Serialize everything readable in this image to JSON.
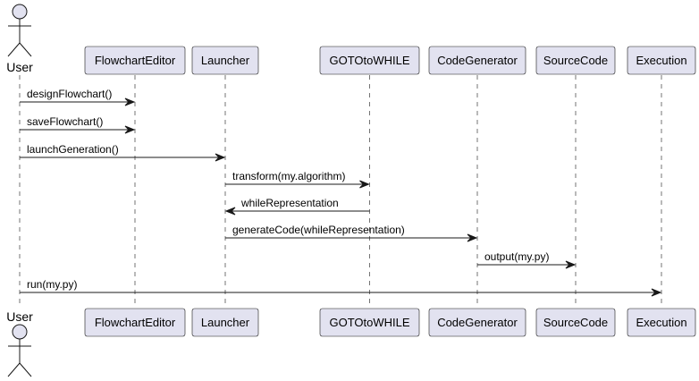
{
  "participants": [
    {
      "id": "user",
      "label": "User",
      "kind": "actor"
    },
    {
      "id": "editor",
      "label": "FlowchartEditor",
      "kind": "box"
    },
    {
      "id": "launcher",
      "label": "Launcher",
      "kind": "box"
    },
    {
      "id": "goto",
      "label": "GOTOtoWHILE",
      "kind": "box"
    },
    {
      "id": "codegen",
      "label": "CodeGenerator",
      "kind": "box"
    },
    {
      "id": "source",
      "label": "SourceCode",
      "kind": "box"
    },
    {
      "id": "exec",
      "label": "Execution",
      "kind": "box"
    }
  ],
  "messages": [
    {
      "from": "user",
      "to": "editor",
      "label": "designFlowchart()"
    },
    {
      "from": "user",
      "to": "editor",
      "label": "saveFlowchart()"
    },
    {
      "from": "user",
      "to": "launcher",
      "label": "launchGeneration()"
    },
    {
      "from": "launcher",
      "to": "goto",
      "label": "transform(my.algorithm)"
    },
    {
      "from": "goto",
      "to": "launcher",
      "label": "whileRepresentation"
    },
    {
      "from": "launcher",
      "to": "codegen",
      "label": "generateCode(whileRepresentation)"
    },
    {
      "from": "codegen",
      "to": "source",
      "label": "output(my.py)"
    },
    {
      "from": "user",
      "to": "exec",
      "label": "run(my.py)"
    }
  ],
  "colors": {
    "box_fill": "#E2E2F0",
    "box_stroke": "#181818",
    "lifeline": "#181818",
    "arrow": "#181818"
  }
}
